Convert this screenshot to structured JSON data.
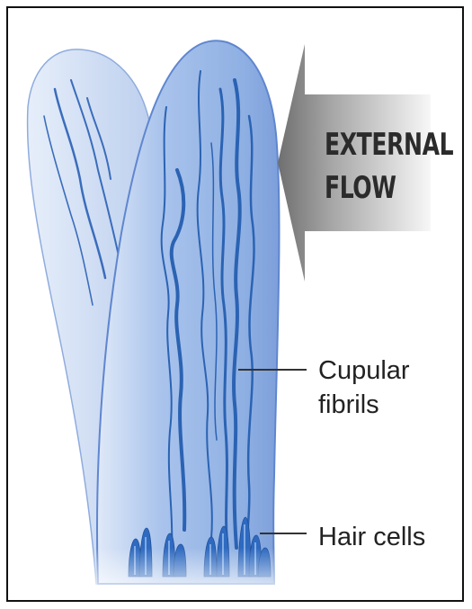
{
  "arrow": {
    "label_line1": "EXTERNAL",
    "label_line2": "FLOW"
  },
  "labels": {
    "fibrils_line1": "Cupular",
    "fibrils_line2": "fibrils",
    "hair_cells": "Hair cells"
  },
  "colors": {
    "cupula_fill": "#9db9e6",
    "cupula_edge": "#5f86cf",
    "fibril": "#2b63b3",
    "arrow_dark": "#6f6f6f",
    "arrow_light": "#f4f4f4",
    "leader_line": "#333333"
  }
}
